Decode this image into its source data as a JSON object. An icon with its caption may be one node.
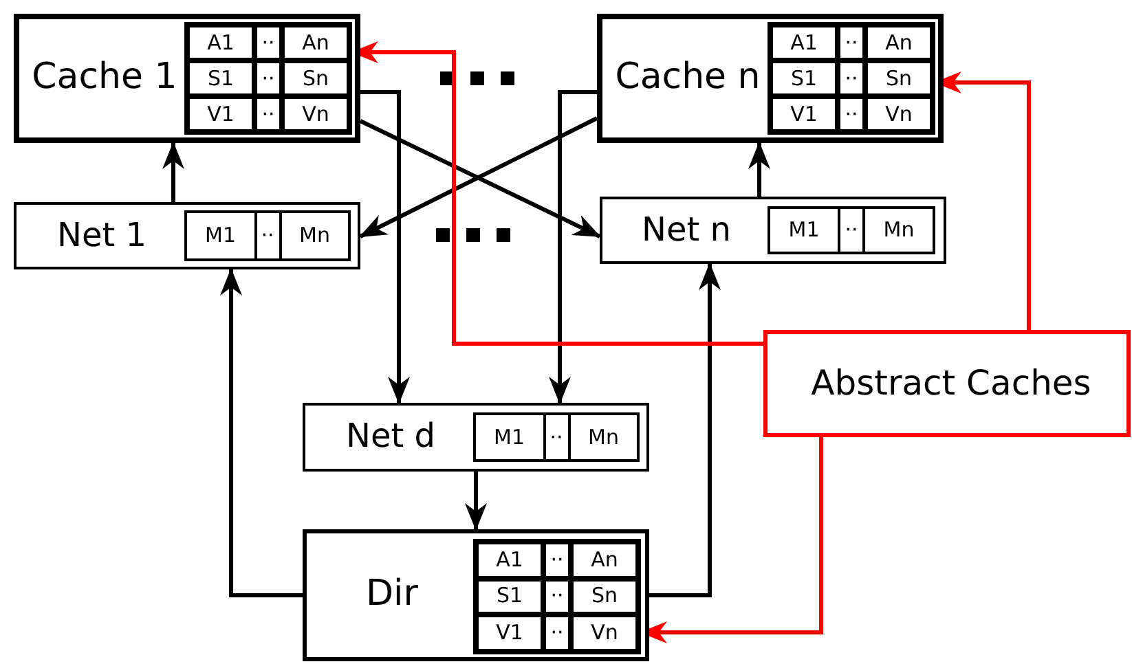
{
  "diagram": {
    "nodes": [
      {
        "text": [
          "Cache 1"
        ]
      },
      {
        "text": [
          "A1",
          "··",
          "An",
          "S1",
          "··",
          "Sn",
          "V1",
          "··",
          "Vn"
        ],
        "in": 0
      },
      {
        "text": [
          "Cache n"
        ]
      },
      {
        "text": [
          "A1",
          "··",
          "An",
          "S1",
          "··",
          "Sn",
          "V1",
          "··",
          "Vn"
        ],
        "in": 2
      },
      {
        "text": [
          "Net 1"
        ]
      },
      {
        "text": [
          "M1",
          "··",
          "Mn"
        ],
        "in": 4
      },
      {
        "text": [
          "Net n"
        ]
      },
      {
        "text": [
          "M1",
          "··",
          "Mn"
        ],
        "in": 6
      },
      {
        "text": [
          "Net d"
        ]
      },
      {
        "text": [
          "M1",
          "··",
          "Mn"
        ],
        "in": 8
      },
      {
        "text": [
          "Dir"
        ]
      },
      {
        "text": [
          "A1",
          "··",
          "An",
          "S1",
          "··",
          "Sn",
          "V1",
          "··",
          "Vn"
        ],
        "in": 10
      },
      {
        "text": [
          "Abstract Caches"
        ]
      }
    ],
    "edges": [
      {
        "from": 4,
        "to": 0,
        "arrow": "to"
      },
      {
        "from": 6,
        "to": 2,
        "arrow": "to"
      },
      {
        "from": 0,
        "to": 8,
        "arrow": "to"
      },
      {
        "from": 2,
        "to": 8,
        "arrow": "to"
      },
      {
        "from": 0,
        "to": 6,
        "arrow": "to"
      },
      {
        "from": 2,
        "to": 4,
        "arrow": "to"
      },
      {
        "from": 8,
        "to": 10,
        "arrow": "to"
      },
      {
        "from": 10,
        "to": 4,
        "arrow": "to"
      },
      {
        "from": 10,
        "to": 6,
        "arrow": "to"
      },
      {
        "from": 12,
        "to": 1,
        "arrow": "to",
        "color": "#ff0000"
      },
      {
        "from": 12,
        "to": 3,
        "arrow": "to",
        "color": "#ff0000"
      },
      {
        "from": 12,
        "to": 11,
        "arrow": "to",
        "color": "#ff0000"
      }
    ]
  }
}
